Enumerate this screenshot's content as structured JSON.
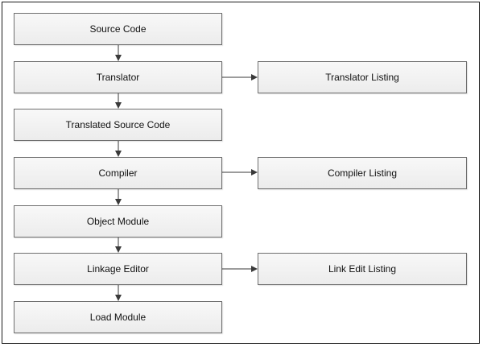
{
  "diagram": {
    "nodes": {
      "source_code": "Source Code",
      "translator": "Translator",
      "translated_source_code": "Translated Source Code",
      "compiler": "Compiler",
      "object_module": "Object Module",
      "linkage_editor": "Linkage Editor",
      "load_module": "Load Module",
      "translator_listing": "Translator Listing",
      "compiler_listing": "Compiler Listing",
      "link_edit_listing": "Link Edit Listing"
    },
    "edges": [
      {
        "from": "source_code",
        "to": "translator"
      },
      {
        "from": "translator",
        "to": "translated_source_code"
      },
      {
        "from": "translated_source_code",
        "to": "compiler"
      },
      {
        "from": "compiler",
        "to": "object_module"
      },
      {
        "from": "object_module",
        "to": "linkage_editor"
      },
      {
        "from": "linkage_editor",
        "to": "load_module"
      },
      {
        "from": "translator",
        "to": "translator_listing"
      },
      {
        "from": "compiler",
        "to": "compiler_listing"
      },
      {
        "from": "linkage_editor",
        "to": "link_edit_listing"
      }
    ],
    "colors": {
      "box_border": "#6f6f6f",
      "box_fill": "#f2f2f2",
      "arrow": "#3a3a3a",
      "frame": "#1a1a1a"
    }
  }
}
